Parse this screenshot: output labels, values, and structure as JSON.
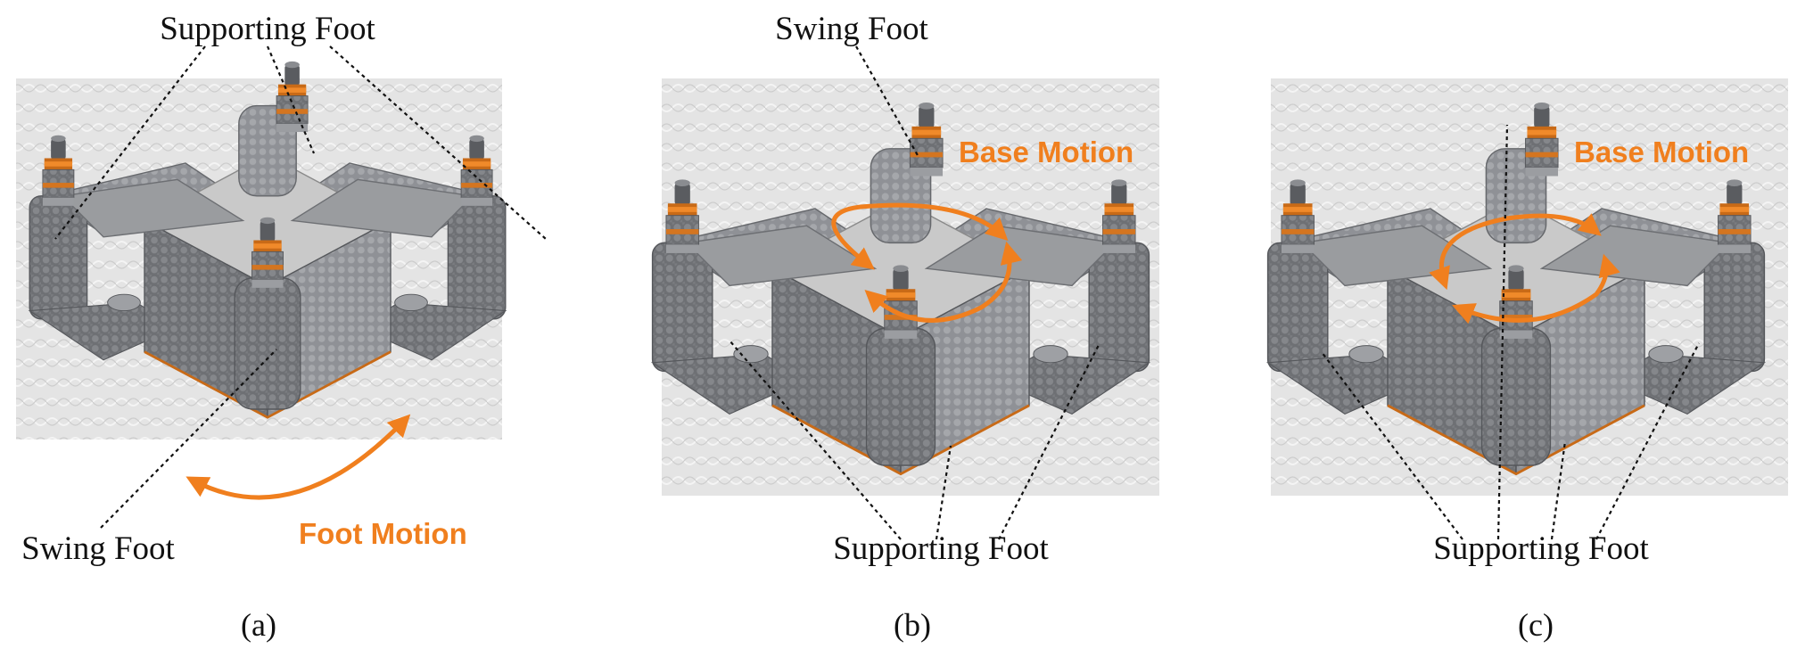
{
  "colors": {
    "accent": "#f07f1e",
    "metal": "#6d6f73",
    "panel_bg": "#e3e3e3"
  },
  "panels": [
    {
      "caption": "(a)",
      "labels": {
        "top": "Supporting Foot",
        "bottom_left": "Swing Foot"
      },
      "motion": "Foot Motion"
    },
    {
      "caption": "(b)",
      "labels": {
        "top": "Swing Foot",
        "bottom": "Supporting Foot"
      },
      "motion": "Base Motion"
    },
    {
      "caption": "(c)",
      "labels": {
        "bottom": "Supporting Foot"
      },
      "motion": "Base Motion"
    }
  ]
}
